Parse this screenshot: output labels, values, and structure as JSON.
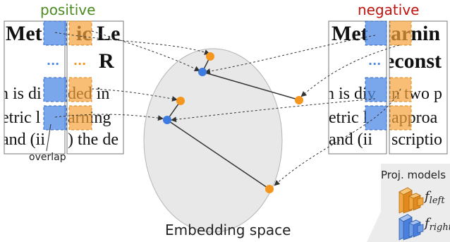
{
  "labels": {
    "positive": "positive",
    "negative": "negative",
    "overlap": "overlap",
    "embedding_space": "Embedding space",
    "proj_models": "Proj. models",
    "f_left_base": "f",
    "f_left_sub": "left",
    "f_right_base": "f",
    "f_right_sub": "right"
  },
  "positive_left_crop": [
    "Met",
    "n is di",
    "etric l",
    "and (ii"
  ],
  "positive_right_crop": [
    "ic Le",
    "R",
    "ded in",
    "arning",
    ") the de"
  ],
  "negative_left_crop": [
    "Met",
    "n is div",
    "etric l",
    "and (ii"
  ],
  "negative_right_crop": [
    "arnin",
    "econst",
    "n two p",
    "approa",
    "scriptio"
  ],
  "ellipsis": "...",
  "colors": {
    "positive": "#4a8a1e",
    "negative": "#c0130e",
    "blue_patch": "#4d88e6",
    "orange_patch": "#f5a33c",
    "blue_point": "#3d7be0",
    "orange_point": "#f5961f",
    "ellipse_fill": "#e8e8e8",
    "proj_bg": "#ececec"
  }
}
